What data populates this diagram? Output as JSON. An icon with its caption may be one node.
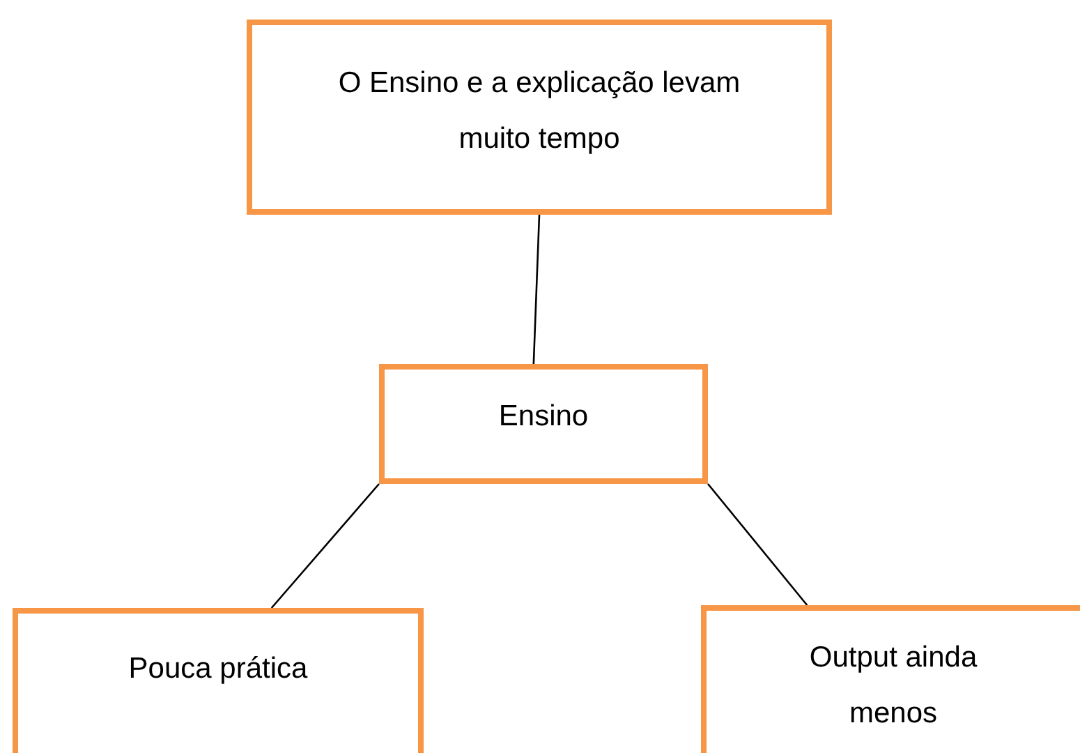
{
  "diagram": {
    "nodes": [
      {
        "text": [
          "O Ensino e a explicação levam muito tempo"
        ]
      },
      {
        "text": [
          "Ensino"
        ]
      },
      {
        "text": [
          "Pouca prática"
        ]
      },
      {
        "text": [
          "Output ainda menos"
        ]
      }
    ],
    "edges": [
      {
        "from": 0,
        "to": 1,
        "arrow": "none"
      },
      {
        "from": 1,
        "to": 2,
        "arrow": "none"
      },
      {
        "from": 1,
        "to": 3,
        "arrow": "none"
      }
    ]
  }
}
